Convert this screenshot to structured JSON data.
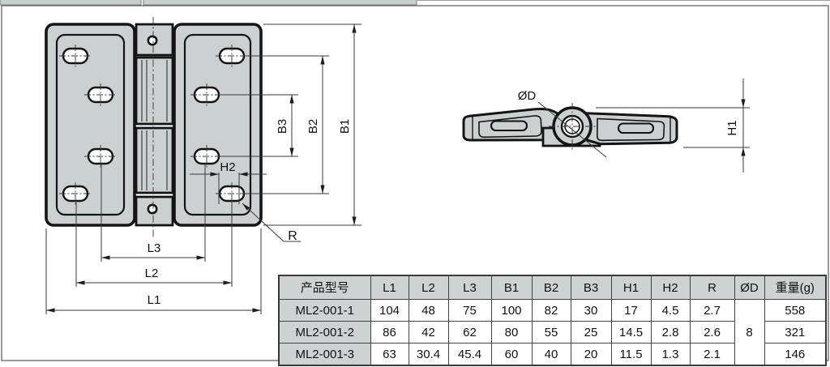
{
  "colors": {
    "plate_fill": "#cbd1d1",
    "outline": "#141414",
    "dim_line": "#3a3a3a",
    "table_header_bg": "#cdd3d3",
    "frame": "#6a6f6f"
  },
  "front_view": {
    "labels": {
      "b1": "B1",
      "b2": "B2",
      "b3": "B3",
      "l1": "L1",
      "l2": "L2",
      "l3": "L3",
      "h2": "H2",
      "r": "R"
    }
  },
  "side_view": {
    "labels": {
      "d": "ØD",
      "h1": "H1"
    }
  },
  "table": {
    "headers": [
      "产品型号",
      "L1",
      "L2",
      "L3",
      "B1",
      "B2",
      "B3",
      "H1",
      "H2",
      "R",
      "ØD",
      "重量(g)"
    ],
    "d_value": "8",
    "rows": [
      {
        "model": "ML2-001-1",
        "values": [
          "104",
          "48",
          "75",
          "100",
          "82",
          "30",
          "17",
          "4.5",
          "2.7"
        ],
        "weight": "558"
      },
      {
        "model": "ML2-001-2",
        "values": [
          "86",
          "42",
          "62",
          "80",
          "55",
          "25",
          "14.5",
          "2.8",
          "2.6"
        ],
        "weight": "321"
      },
      {
        "model": "ML2-001-3",
        "values": [
          "63",
          "30.4",
          "45.4",
          "60",
          "40",
          "20",
          "11.5",
          "1.3",
          "2.1"
        ],
        "weight": "146"
      }
    ]
  }
}
